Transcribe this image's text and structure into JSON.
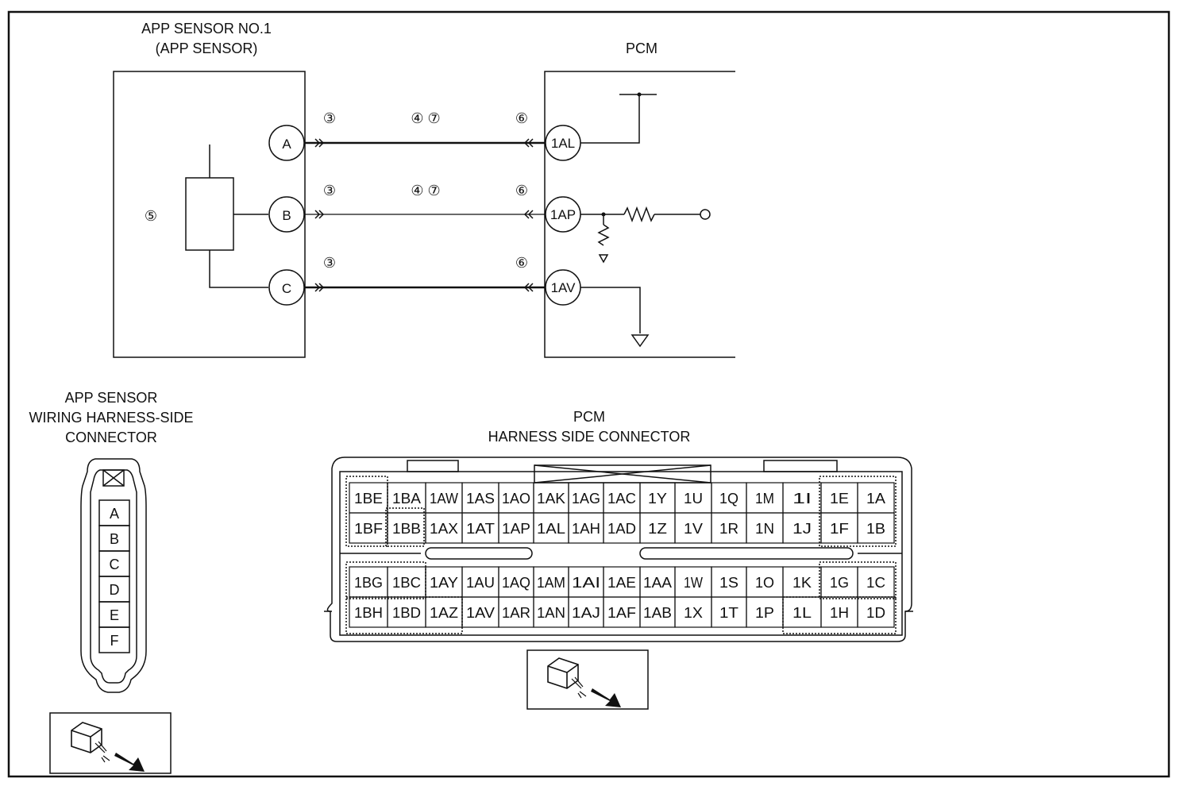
{
  "circuit": {
    "sensor_title_line1": "APP SENSOR NO.1",
    "sensor_title_line2": "(APP SENSOR)",
    "pcm_title": "PCM",
    "sensor_pins": [
      "A",
      "B",
      "C"
    ],
    "pcm_pins": [
      "1AL",
      "1AP",
      "1AV"
    ],
    "wire_markers": [
      {
        "left": "③",
        "mid": "④ ⑦",
        "right": "⑥"
      },
      {
        "left": "③",
        "mid": "④ ⑦",
        "right": "⑥"
      },
      {
        "left": "③",
        "mid": "",
        "right": "⑥"
      }
    ],
    "sensor_marker": "⑤"
  },
  "app_connector": {
    "title_line1": "APP SENSOR",
    "title_line2": "WIRING HARNESS-SIDE",
    "title_line3": "CONNECTOR",
    "pins": [
      "A",
      "B",
      "C",
      "D",
      "E",
      "F"
    ]
  },
  "pcm_connector": {
    "title_line1": "PCM",
    "title_line2": "HARNESS SIDE CONNECTOR",
    "rows": [
      [
        "1BE",
        "1BA",
        "1AW",
        "1AS",
        "1AO",
        "1AK",
        "1AG",
        "1AC",
        "1Y",
        "1U",
        "1Q",
        "1M",
        "1I",
        "1E",
        "1A"
      ],
      [
        "1BF",
        "1BB",
        "1AX",
        "1AT",
        "1AP",
        "1AL",
        "1AH",
        "1AD",
        "1Z",
        "1V",
        "1R",
        "1N",
        "1J",
        "1F",
        "1B"
      ],
      [
        "1BG",
        "1BC",
        "1AY",
        "1AU",
        "1AQ",
        "1AM",
        "1AI",
        "1AE",
        "1AA",
        "1W",
        "1S",
        "1O",
        "1K",
        "1G",
        "1C"
      ],
      [
        "1BH",
        "1BD",
        "1AZ",
        "1AV",
        "1AR",
        "1AN",
        "1AJ",
        "1AF",
        "1AB",
        "1X",
        "1T",
        "1P",
        "1L",
        "1H",
        "1D"
      ]
    ]
  },
  "icons": {
    "app_view_icon": "connector-view-arrow-icon",
    "pcm_view_icon": "connector-view-arrow-icon"
  }
}
